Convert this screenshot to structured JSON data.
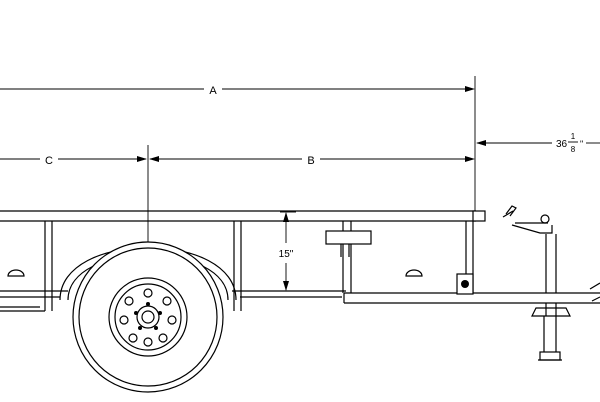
{
  "drawing": {
    "dimensions": {
      "a_label": "A",
      "b_label": "B",
      "c_label": "C",
      "rail_height": "15\"",
      "tongue_whole": "36",
      "tongue_frac_num": "1",
      "tongue_frac_den": "8",
      "tongue_inch_mark": "\""
    }
  }
}
